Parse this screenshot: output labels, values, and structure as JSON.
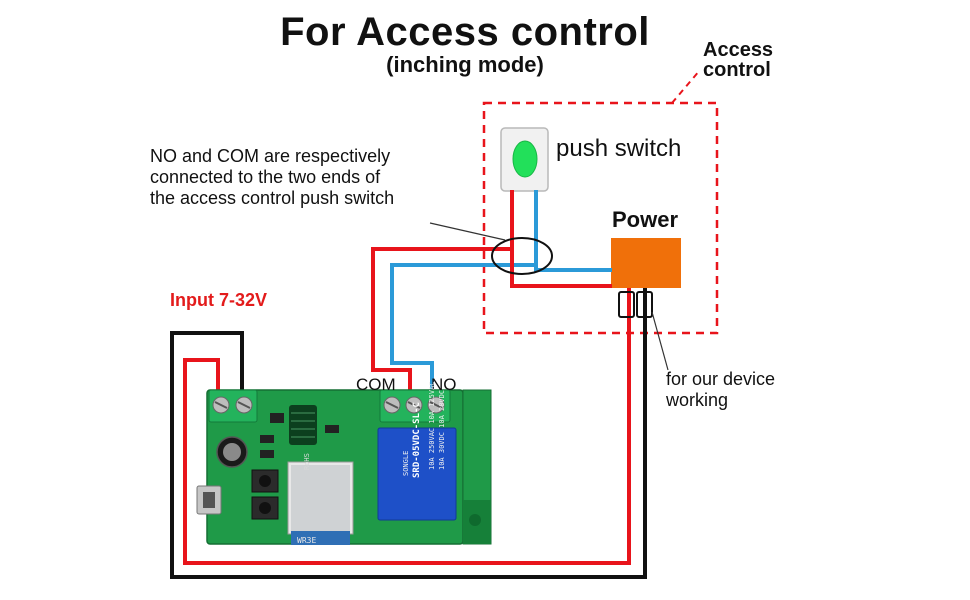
{
  "title": "For Access control",
  "subtitle": "(inching mode)",
  "access_control_label": [
    "Access",
    "control"
  ],
  "push_switch_label": "push switch",
  "power_label": "Power",
  "note_lines": [
    "NO and COM are respectively",
    "connected to the two ends of",
    "the access control push switch"
  ],
  "input_label": "Input 7-32V",
  "terminal_labels": {
    "com": "COM",
    "no": "NO"
  },
  "device_note_lines": [
    "for our device",
    "working"
  ],
  "board_text": {
    "module_line1": "RoHS",
    "module_code": "WR3E",
    "relay_brand": "SONGLE",
    "relay_model": "SRD-05VDC-SL-C",
    "relay_rating1": "10A 250VAC 10A 125VAC",
    "relay_rating2": "10A 30VDC 10A 28VDC"
  },
  "colors": {
    "wire_red": "#e8141b",
    "wire_blue": "#2b9ad8",
    "wire_black": "#111111",
    "dashed_box": "#e8141b",
    "power_box": "#f0700a",
    "switch_button": "#22e05a",
    "pcb": "#1f9a48",
    "relay": "#1e50c8",
    "terminal": "#23b35c"
  }
}
